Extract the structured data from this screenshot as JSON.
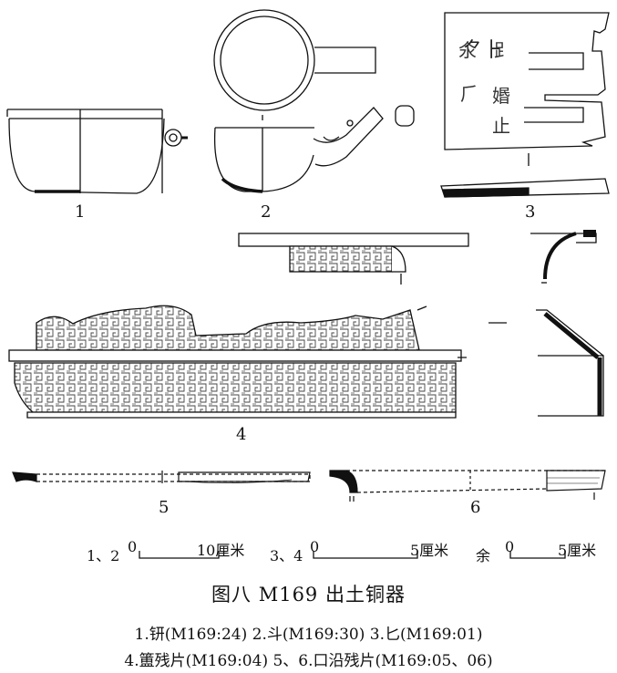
{
  "figure": {
    "title": "图八  M169 出土铜器",
    "legend_line1": "1.钘(M169:24)  2.斗(M169:30)  3.匕(M169:01)",
    "legend_line2": "4.簠残片(M169:04)  5、6.口沿残片(M169:05、06)"
  },
  "labels": [
    "1",
    "2",
    "3",
    "4",
    "5",
    "6"
  ],
  "scales": [
    {
      "group": "1、2",
      "zero": "0",
      "end": "10厘米"
    },
    {
      "group": "3、4",
      "zero": "0",
      "end": "5厘米"
    },
    {
      "group": "余",
      "zero": "0",
      "end": "5厘米"
    }
  ]
}
